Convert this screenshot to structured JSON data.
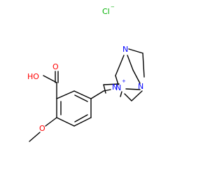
{
  "molecule": {
    "counter_ion": {
      "symbol": "Cl",
      "charge": "−"
    },
    "hydroxyl": "HO",
    "carbonyl_oxygen": "O",
    "methoxy_oxygen": "O",
    "cage_nitrogens": [
      "N",
      "N",
      "N"
    ],
    "quaternary_nitrogen": {
      "symbol": "N",
      "charge": "+"
    }
  },
  "colors": {
    "bond": "#000000",
    "oxygen": "#ff0000",
    "nitrogen": "#0000ff",
    "chlorine": "#00b000"
  }
}
